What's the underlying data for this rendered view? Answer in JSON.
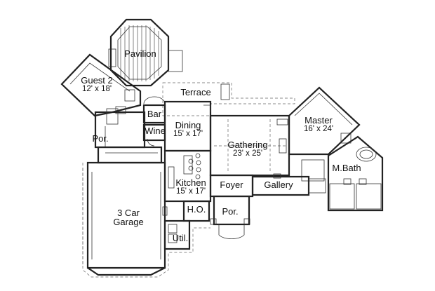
{
  "rooms": {
    "pavilion": {
      "name": "Pavilion"
    },
    "guest2": {
      "name": "Guest 2",
      "dim": "12' x 18'"
    },
    "terrace": {
      "name": "Terrace"
    },
    "bar": {
      "name": "Bar"
    },
    "dining": {
      "name": "Dining",
      "dim": "15' x 17'"
    },
    "wine": {
      "name": "Wine"
    },
    "por_left": {
      "name": "Por."
    },
    "gathering": {
      "name": "Gathering",
      "dim": "23' x 25'"
    },
    "master": {
      "name": "Master",
      "dim": "16' x 24'"
    },
    "mbath": {
      "name": "M.Bath"
    },
    "kitchen": {
      "name": "Kitchen",
      "dim": "15' x 17'"
    },
    "foyer": {
      "name": "Foyer"
    },
    "gallery": {
      "name": "Gallery"
    },
    "ho": {
      "name": "H.O."
    },
    "por_front": {
      "name": "Por."
    },
    "garage": {
      "name": "3 Car",
      "dim": "Garage"
    },
    "util": {
      "name": "Util."
    }
  }
}
